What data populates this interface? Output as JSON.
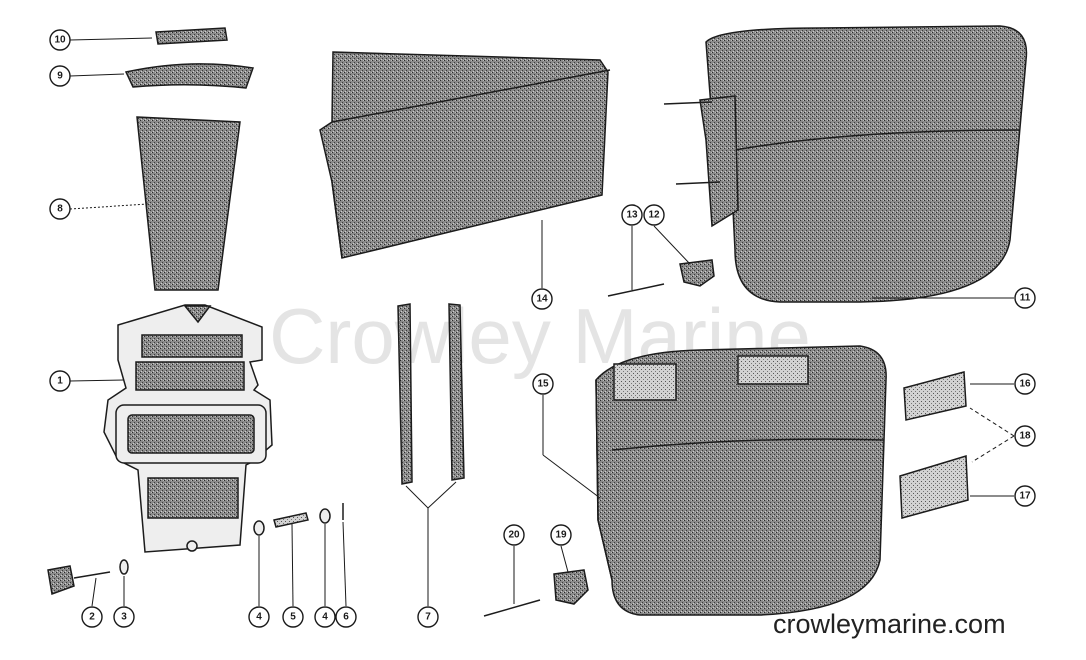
{
  "watermark": "Crowley Marine",
  "website": "crowleymarine.com",
  "callouts": {
    "c1": "1",
    "c2": "2",
    "c3": "3",
    "c4a": "4",
    "c4b": "4",
    "c5": "5",
    "c6": "6",
    "c7": "7",
    "c8": "8",
    "c9": "9",
    "c10": "10",
    "c11": "11",
    "c12": "12",
    "c13": "13",
    "c14": "14",
    "c15": "15",
    "c16": "16",
    "c17": "17",
    "c18": "18",
    "c19": "19",
    "c20": "20"
  },
  "colors": {
    "ink": "#1a1a1a",
    "stipple": "#6d6d6d",
    "background": "#ffffff"
  }
}
